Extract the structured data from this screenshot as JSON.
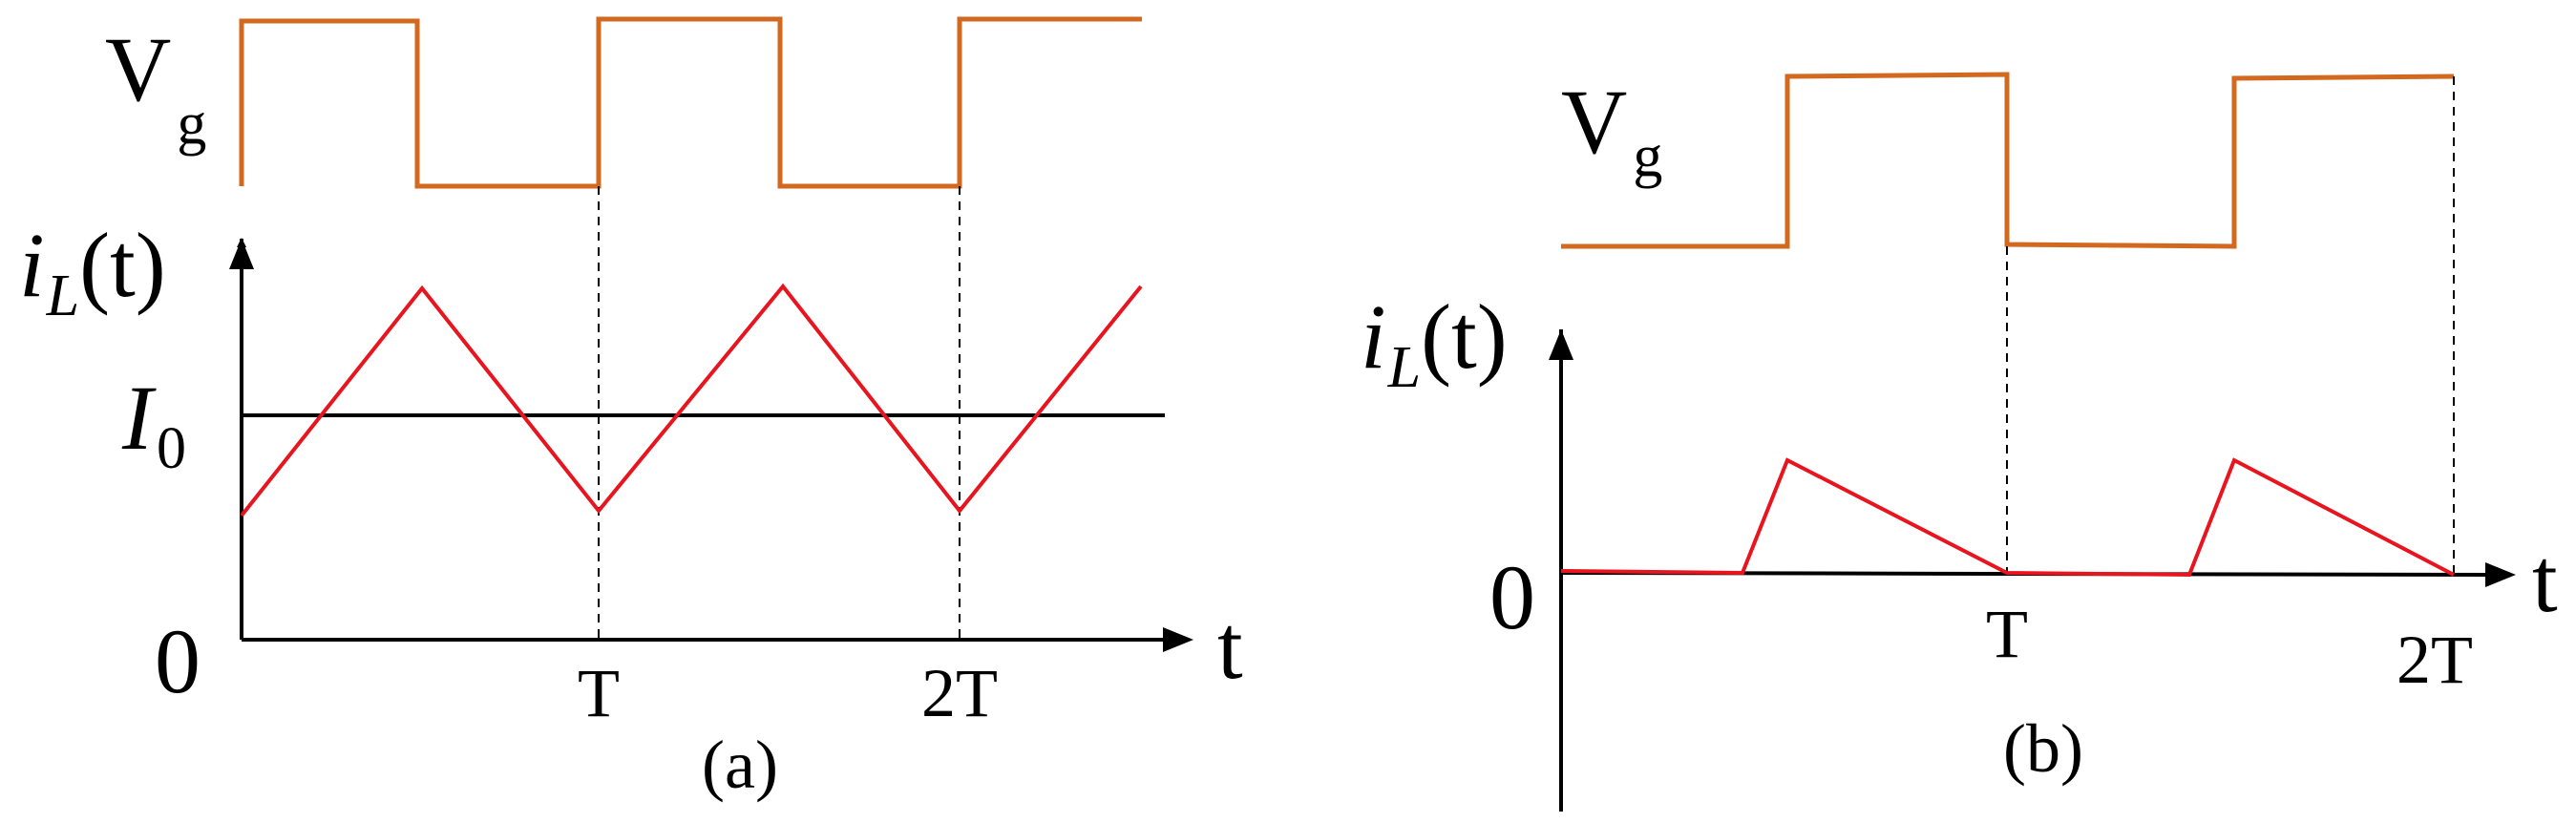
{
  "colors": {
    "gate_signal": "#D2691E",
    "inductor_current": "#E8141E",
    "axes": "#000000"
  },
  "panel_a": {
    "caption": "(a)",
    "gate_label": "V",
    "gate_label_sub": "g",
    "current_label_i": "i",
    "current_label_sub": "L",
    "current_label_rest": "(t)",
    "level_label": "I",
    "level_label_sub": "0",
    "origin_label": "0",
    "time_axis_label": "t",
    "tick_labels": [
      "T",
      "2T"
    ]
  },
  "panel_b": {
    "caption": "(b)",
    "gate_label": "V",
    "gate_label_sub": "g",
    "current_label_i": "i",
    "current_label_sub": "L",
    "current_label_rest": "(t)",
    "origin_label": "0",
    "time_axis_label": "t",
    "tick_labels": [
      "T",
      "2T"
    ]
  }
}
